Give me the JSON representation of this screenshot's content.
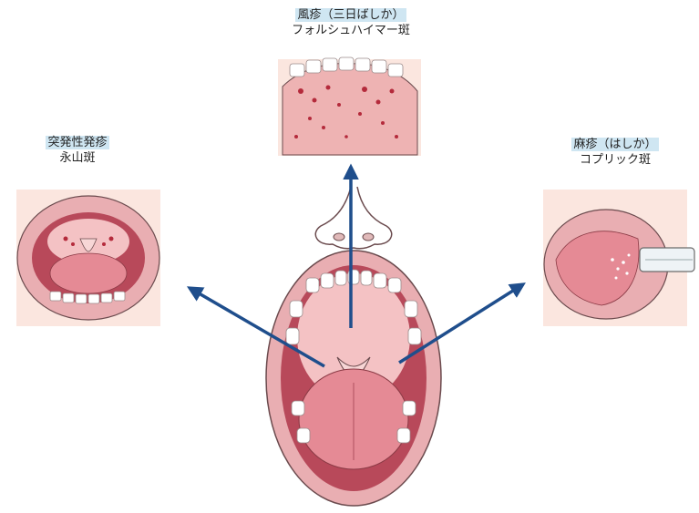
{
  "labels": {
    "top": {
      "disease": "風疹（三日ばしか）",
      "sign": "フォルシュハイマー斑"
    },
    "left": {
      "disease": "突発性発疹",
      "sign": "永山斑"
    },
    "right": {
      "disease": "麻疹（はしか）",
      "sign": "コプリック斑"
    }
  },
  "colors": {
    "arrow": "#1f4e8c",
    "lip": "#e9aeb2",
    "tongue": "#e58a95",
    "palate": "#f4c2c4",
    "mouth_dark": "#b8495a",
    "teeth": "#ffffff",
    "outline": "#6b4b4e",
    "spots": "#b42a3b",
    "highlight": "#cfe6f2"
  }
}
